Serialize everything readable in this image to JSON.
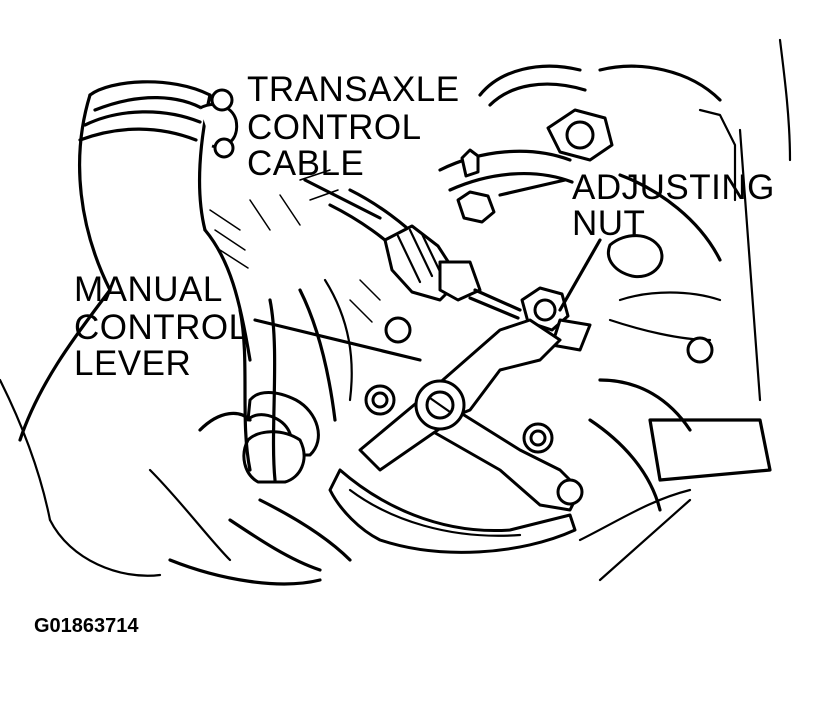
{
  "labels": {
    "transaxle_cable": [
      "TRANSAXLE",
      "CONTROL",
      "CABLE"
    ],
    "adjusting_nut": [
      "ADJUSTING",
      "NUT"
    ],
    "manual_lever": [
      "MANUAL",
      "CONTROL",
      "LEVER"
    ]
  },
  "figure_code": "G01863714"
}
